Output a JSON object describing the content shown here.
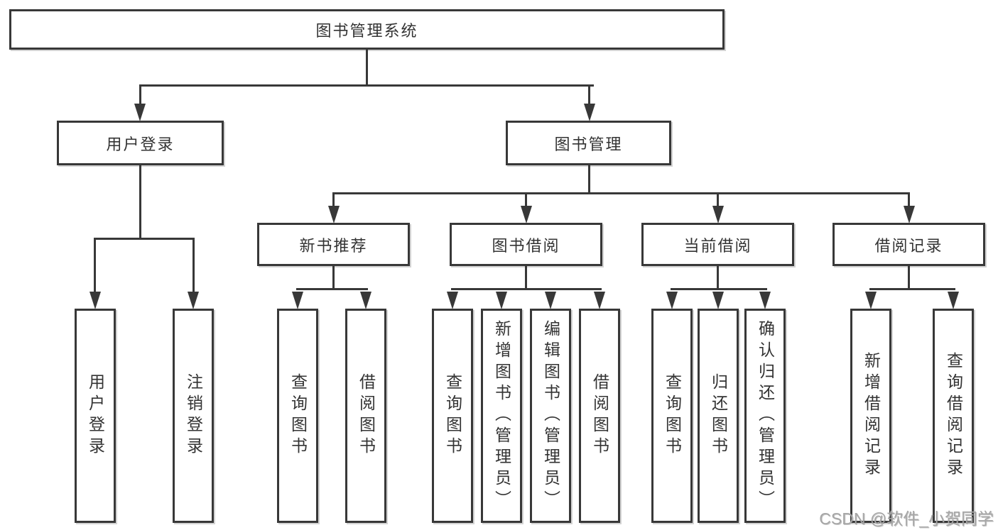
{
  "diagram_title": "图书管理系统",
  "tree": {
    "root": {
      "label": "图书管理系统"
    },
    "user_login": {
      "label": "用户登录",
      "children": [
        {
          "label": "用户登录"
        },
        {
          "label": "注销登录"
        }
      ]
    },
    "book_management": {
      "label": "图书管理",
      "sections": [
        {
          "label": "新书推荐",
          "children": [
            {
              "label": "查询图书"
            },
            {
              "label": "借阅图书"
            }
          ]
        },
        {
          "label": "图书借阅",
          "children": [
            {
              "label": "查询图书"
            },
            {
              "label": "新增图书（管理员）"
            },
            {
              "label": "编辑图书（管理员）"
            },
            {
              "label": "借阅图书"
            }
          ]
        },
        {
          "label": "当前借阅",
          "children": [
            {
              "label": "查询图书"
            },
            {
              "label": "归还图书"
            },
            {
              "label": "确认归还（管理员）"
            }
          ]
        },
        {
          "label": "借阅记录",
          "children": [
            {
              "label": "新增借阅记录"
            },
            {
              "label": "查询借阅记录"
            }
          ]
        }
      ]
    }
  },
  "watermark": "CSDN @软件_小贺同学",
  "colors": {
    "line": "#383838",
    "text": "#333333",
    "box_background": "#ffffff",
    "watermark": "#a6a6a6",
    "page_background": "#ffffff"
  }
}
